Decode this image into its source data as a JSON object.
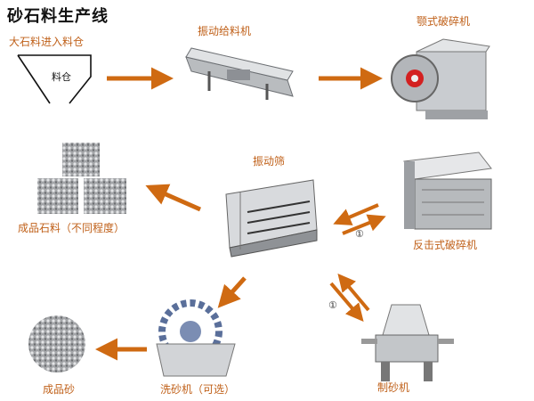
{
  "title": "砂石料生产线",
  "labels": {
    "hopper_caption": "大石料进入料仓",
    "hopper_inner": "料仓",
    "feeder": "振动给料机",
    "jaw_crusher": "颚式破碎机",
    "screen": "振动筛",
    "finished_stone": "成品石料（不同程度）",
    "impact_crusher": "反击式破碎机",
    "sand_washer": "洗砂机（可选）",
    "finished_sand": "成品砂",
    "sand_maker": "制砂机"
  },
  "markers": {
    "loop_a": "①",
    "loop_b": "①"
  },
  "colors": {
    "arrow": "#cf6a12",
    "label": "#c0611a",
    "title": "#111111"
  }
}
